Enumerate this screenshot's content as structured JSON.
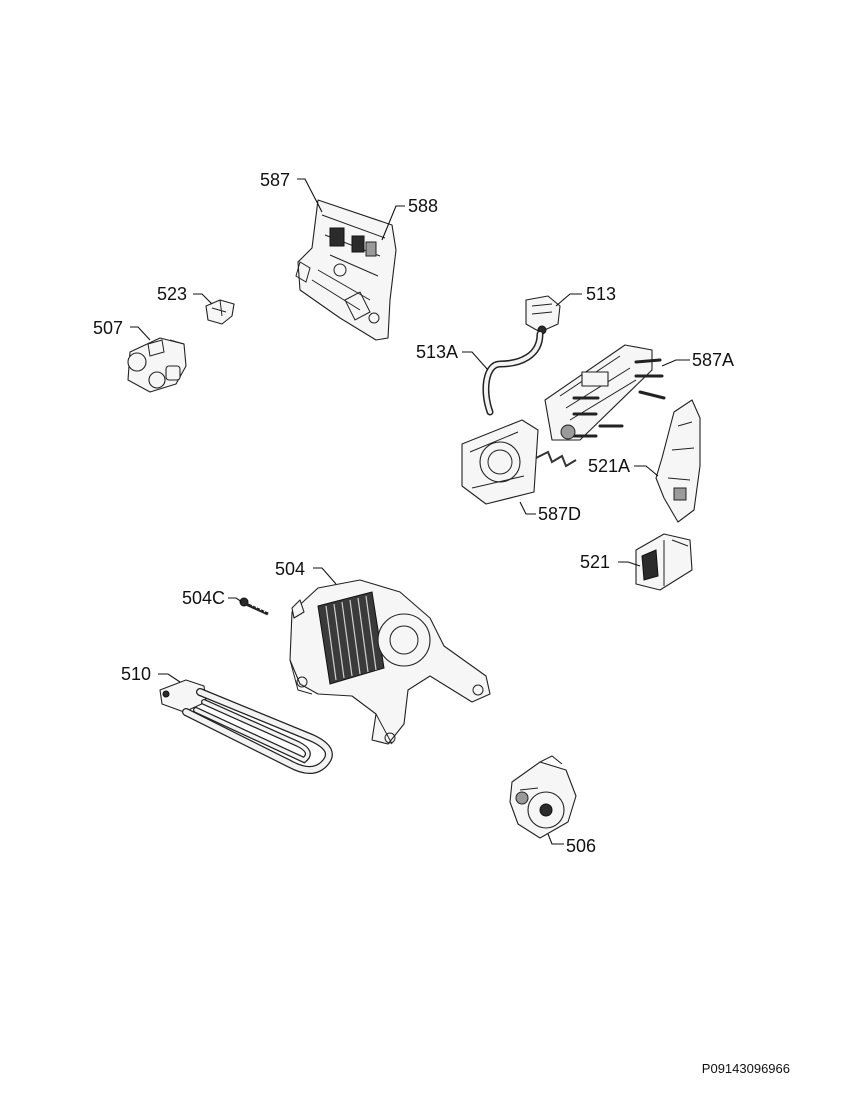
{
  "callouts": {
    "c587": "587",
    "c588": "588",
    "c523": "523",
    "c507": "507",
    "c513": "513",
    "c513A": "513A",
    "c587A": "587A",
    "c521A": "521A",
    "c587D": "587D",
    "c521": "521",
    "c504": "504",
    "c504C": "504C",
    "c510": "510",
    "c506": "506"
  },
  "document_id": "P09143096966"
}
